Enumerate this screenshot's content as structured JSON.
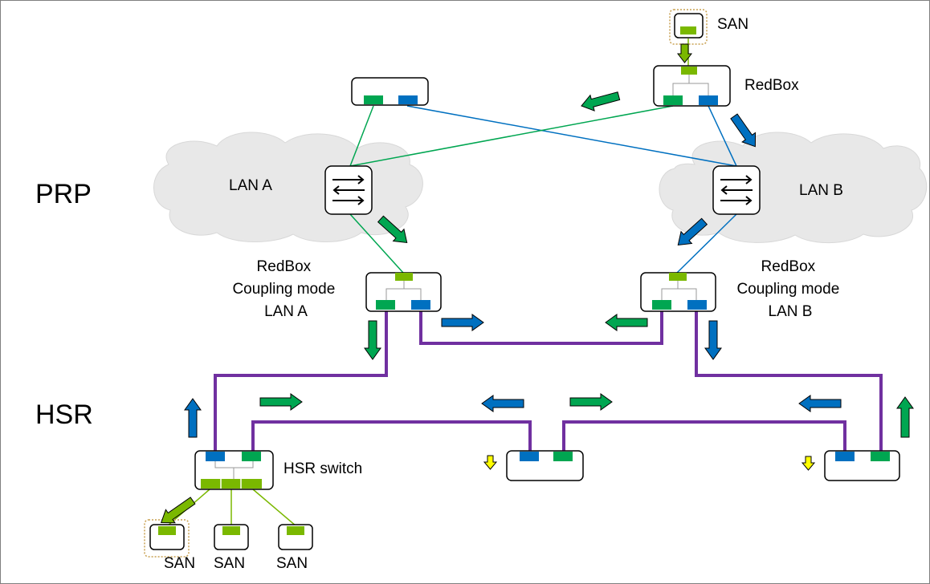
{
  "sections": {
    "prp": "PRP",
    "hsr": "HSR"
  },
  "clouds": {
    "lan_a": "LAN A",
    "lan_b": "LAN B"
  },
  "labels": {
    "san_top": "SAN",
    "redbox_top": "RedBox",
    "redbox_a": [
      "RedBox",
      "Coupling mode",
      "LAN A"
    ],
    "redbox_b": [
      "RedBox",
      "Coupling mode",
      "LAN B"
    ],
    "hsr_switch": "HSR switch",
    "san_bottom": [
      "SAN",
      "SAN",
      "SAN"
    ]
  },
  "colors": {
    "lan_a_green": "#00a651",
    "lan_b_blue": "#0070c0",
    "san_green": "#7ab800",
    "hsr_ring": "#7030a0",
    "arrow_yellow": "#ffff00",
    "cloud": "#e8e8e8",
    "san_frame": "#c8a050"
  }
}
